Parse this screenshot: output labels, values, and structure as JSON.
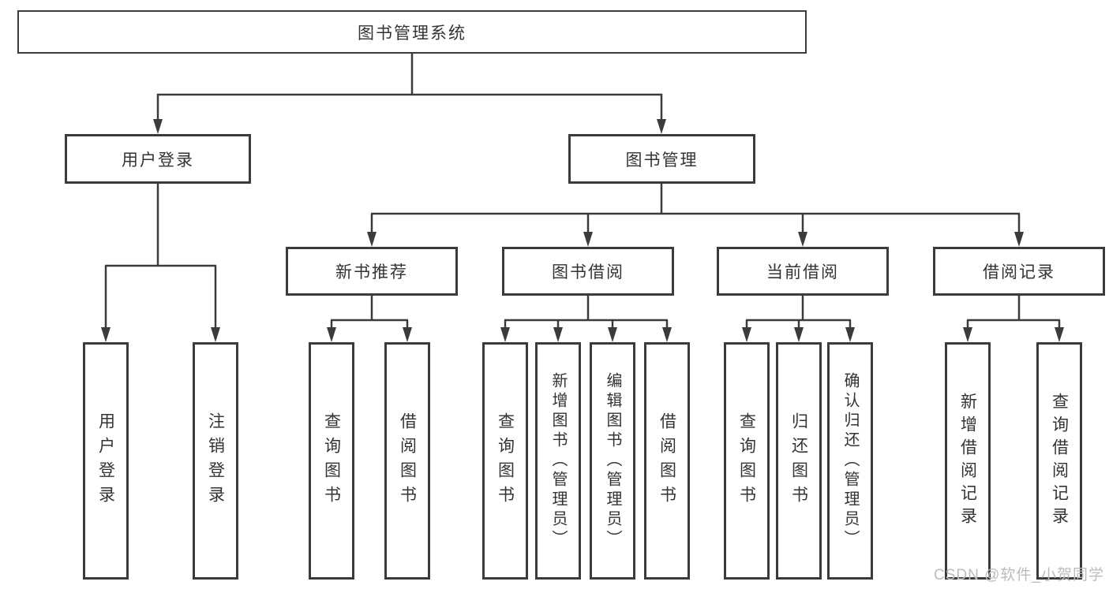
{
  "colors": {
    "line": "#3b3b3b",
    "box_border": "#3b3b3b",
    "text": "#333333",
    "background": "#ffffff",
    "watermark": "#bcbcbc"
  },
  "watermark": "CSDN @软件_小贺同学",
  "tree": {
    "root": {
      "label": "图书管理系统"
    },
    "branches": [
      {
        "label": "用户登录",
        "children": [
          {
            "label": "用户登录"
          },
          {
            "label": "注销登录"
          }
        ]
      },
      {
        "label": "图书管理",
        "groups": [
          {
            "label": "新书推荐",
            "children": [
              {
                "label": "查询图书"
              },
              {
                "label": "借阅图书"
              }
            ]
          },
          {
            "label": "图书借阅",
            "children": [
              {
                "label": "查询图书"
              },
              {
                "label": "新增图书（管理员）"
              },
              {
                "label": "编辑图书（管理员）"
              },
              {
                "label": "借阅图书"
              }
            ]
          },
          {
            "label": "当前借阅",
            "children": [
              {
                "label": "查询图书"
              },
              {
                "label": "归还图书"
              },
              {
                "label": "确认归还（管理员）"
              }
            ]
          },
          {
            "label": "借阅记录",
            "children": [
              {
                "label": "新增借阅记录"
              },
              {
                "label": "查询借阅记录"
              }
            ]
          }
        ]
      }
    ]
  }
}
